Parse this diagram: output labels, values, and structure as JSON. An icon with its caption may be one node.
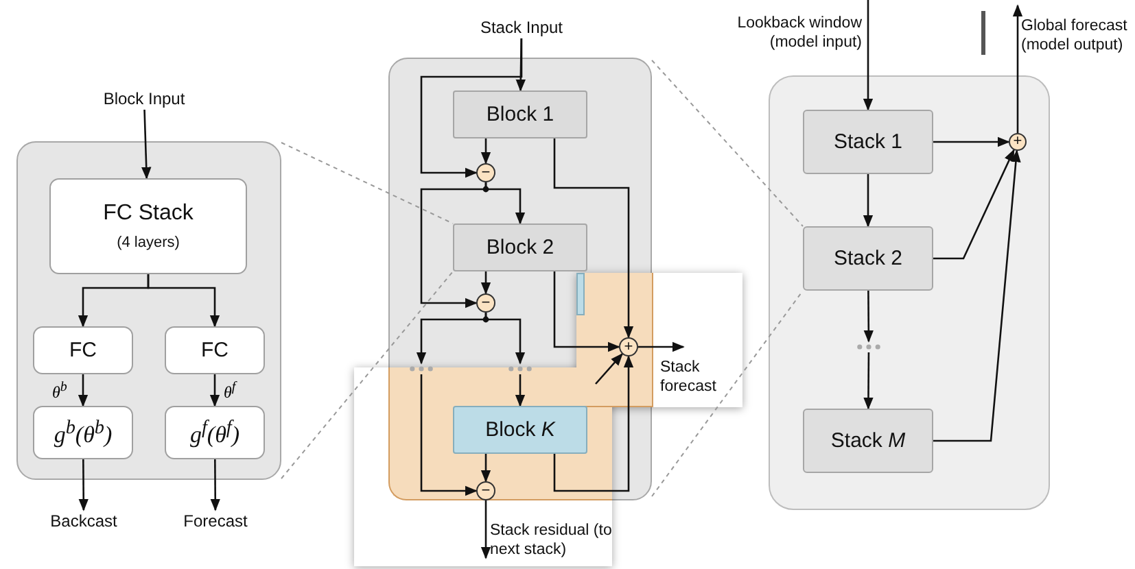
{
  "diagram": {
    "nodes": [
      {
        "text": [],
        "shape": "box"
      },
      {
        "text": [
          "Block Input"
        ]
      },
      {
        "text": [
          "FC Stack",
          "(4 layers)"
        ],
        "in": 0
      },
      {
        "text": [
          "FC"
        ],
        "in": 0
      },
      {
        "text": [
          "FC"
        ],
        "in": 0
      },
      {
        "text": [
          "g$^{b}$(θ$^{b}$)"
        ],
        "in": 0
      },
      {
        "text": [
          "g$^{f}$(θ$^{f}$)"
        ],
        "in": 0
      },
      {
        "text": [
          "Backcast"
        ]
      },
      {
        "text": [
          "Forecast"
        ]
      },
      {
        "text": [],
        "shape": "box"
      },
      {
        "text": [
          "Stack Input"
        ]
      },
      {
        "text": [
          "Block 1"
        ],
        "in": 9
      },
      {
        "text": [
          "−"
        ],
        "in": 9
      },
      {
        "text": [
          "Block 2"
        ],
        "in": 9
      },
      {
        "text": [
          "−"
        ],
        "in": 9
      },
      {
        "text": [],
        "shape": "ellipsis",
        "in": 9
      },
      {
        "text": [],
        "shape": "ellipsis",
        "in": 9
      },
      {
        "text": [
          "Block *K*"
        ],
        "in": 9
      },
      {
        "text": [
          "−"
        ],
        "in": 9
      },
      {
        "text": [
          "+"
        ],
        "in": 9
      },
      {
        "text": [],
        "shape": "box"
      },
      {
        "text": [
          "Stack 1"
        ],
        "in": 20
      },
      {
        "text": [
          "Stack 2"
        ],
        "in": 20
      },
      {
        "text": [],
        "shape": "ellipsis",
        "in": 20
      },
      {
        "text": [
          "Stack *M*"
        ],
        "in": 20
      },
      {
        "text": [
          "+"
        ],
        "in": 20
      },
      {
        "text": [
          "Stack forecast"
        ]
      },
      {
        "text": [
          "Stack residual (to next stack)"
        ]
      },
      {
        "text": [
          "Global forecast (model output)"
        ]
      }
    ],
    "edges": [
      {
        "from": 1,
        "to": 2,
        "arrow": "to"
      },
      {
        "from": 2,
        "to": 3,
        "arrow": "to"
      },
      {
        "from": 2,
        "to": 4,
        "arrow": "to"
      },
      {
        "from": 3,
        "to": 5,
        "arrow": "to",
        "label": "θ$^{b}$"
      },
      {
        "from": 4,
        "to": 6,
        "arrow": "to",
        "label": "θ$^{f}$"
      },
      {
        "from": 5,
        "to": 7,
        "arrow": "to"
      },
      {
        "from": 6,
        "to": 8,
        "arrow": "to"
      },
      {
        "from": 10,
        "to": 11,
        "arrow": "to"
      },
      {
        "from": 10,
        "to": 12,
        "arrow": "to"
      },
      {
        "from": 11,
        "to": 12,
        "arrow": "to"
      },
      {
        "from": 11,
        "to": 19,
        "arrow": "to"
      },
      {
        "from": 12,
        "to": 13,
        "arrow": "to"
      },
      {
        "from": 12,
        "to": 14,
        "arrow": "to"
      },
      {
        "from": 13,
        "to": 14,
        "arrow": "to"
      },
      {
        "from": 13,
        "to": 19,
        "arrow": "to"
      },
      {
        "from": null,
        "to": 19,
        "arrow": "to"
      },
      {
        "from": 14,
        "to": 15,
        "arrow": "to"
      },
      {
        "from": 14,
        "to": 16,
        "arrow": "to"
      },
      {
        "from": 16,
        "to": 17,
        "arrow": "to"
      },
      {
        "from": 15,
        "to": 18,
        "arrow": "to"
      },
      {
        "from": 17,
        "to": 18,
        "arrow": "to"
      },
      {
        "from": 17,
        "to": 19,
        "arrow": "to"
      },
      {
        "from": 19,
        "to": 26,
        "arrow": "to"
      },
      {
        "from": 18,
        "to": 27,
        "arrow": "to"
      },
      {
        "from": null,
        "to": 21,
        "arrow": "to"
      },
      {
        "from": 21,
        "to": 22,
        "arrow": "to"
      },
      {
        "from": 22,
        "to": 23,
        "arrow": "to"
      },
      {
        "from": 23,
        "to": 24,
        "arrow": "to"
      },
      {
        "from": 21,
        "to": 25,
        "arrow": "to"
      },
      {
        "from": 22,
        "to": 25,
        "arrow": "to"
      },
      {
        "from": 24,
        "to": 25,
        "arrow": "to"
      },
      {
        "from": 25,
        "to": 28,
        "arrow": "to"
      },
      {
        "from": 0,
        "to": 13,
        "arrow": "none",
        "style": "dashed",
        "color": "#999999"
      },
      {
        "from": 0,
        "to": 13,
        "arrow": "none",
        "style": "dashed",
        "color": "#999999"
      },
      {
        "from": 9,
        "to": 22,
        "arrow": "none",
        "style": "dashed",
        "color": "#999999"
      },
      {
        "from": 9,
        "to": 22,
        "arrow": "none",
        "style": "dashed",
        "color": "#999999"
      }
    ],
    "labels": [
      "Lookback window (model input)"
    ]
  }
}
